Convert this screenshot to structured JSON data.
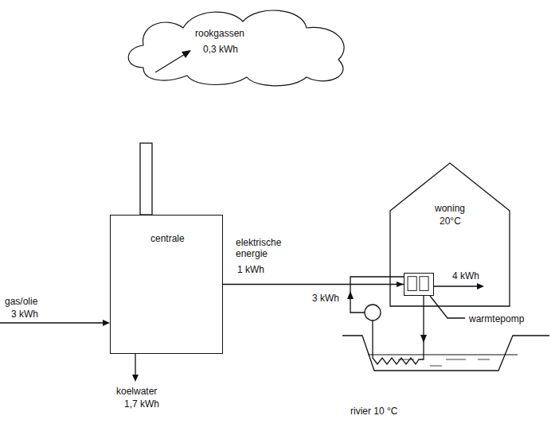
{
  "diagram": {
    "nodes": [
      {
        "text": [
          "rookgassen",
          "0,3 kWh"
        ]
      },
      {
        "text": [
          "centrale"
        ]
      },
      {
        "text": [
          "woning",
          "20°C"
        ]
      },
      {
        "text": [
          "warmtepomp"
        ],
        "in": 2
      }
    ],
    "edges": [
      {
        "from": 1,
        "to": 3,
        "arrow": "to",
        "label": "elektrische energie"
      }
    ],
    "labels": [
      "gas/olie",
      "3 kWh",
      "koelwater",
      "1,7 kWh",
      "1 kWh",
      "4 kWh",
      "3 kWh",
      "rivier 10 °C"
    ]
  }
}
